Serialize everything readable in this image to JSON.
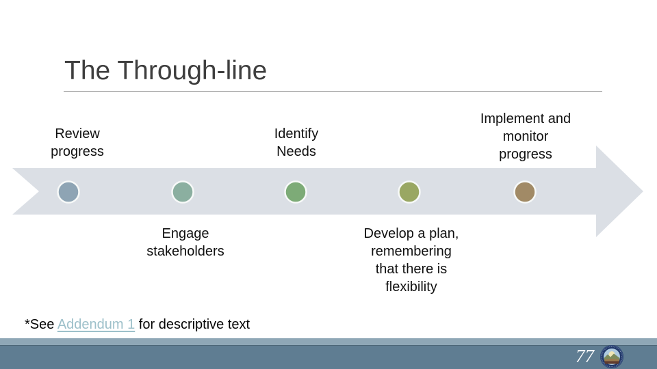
{
  "slide": {
    "title": "The Through-line",
    "page_number": "77"
  },
  "footnote": {
    "prefix": "*See ",
    "link_text": "Addendum 1",
    "suffix": " for descriptive text"
  },
  "diagram": {
    "type": "timeline-arrow",
    "direction": "left-to-right",
    "milestones": [
      {
        "label": "Review\nprogress",
        "label_position": "above",
        "color": "#8ea4b4"
      },
      {
        "label": "Engage\nstakeholders",
        "label_position": "below",
        "color": "#8bafa0"
      },
      {
        "label": "Identify\nNeeds",
        "label_position": "above",
        "color": "#7dab77"
      },
      {
        "label": "Develop a plan,\nremembering\nthat there is\nflexibility",
        "label_position": "below",
        "color": "#99a763"
      },
      {
        "label": "Implement and\nmonitor\nprogress",
        "label_position": "above",
        "color": "#a18a66"
      }
    ]
  },
  "colors": {
    "arrow_band": "#dbdfe5",
    "link": "#9dc0ca",
    "footer_strip": "#8fa7b6",
    "footer_bar": "#5f7d92"
  },
  "icons": {
    "seal": "government-seal-icon"
  }
}
